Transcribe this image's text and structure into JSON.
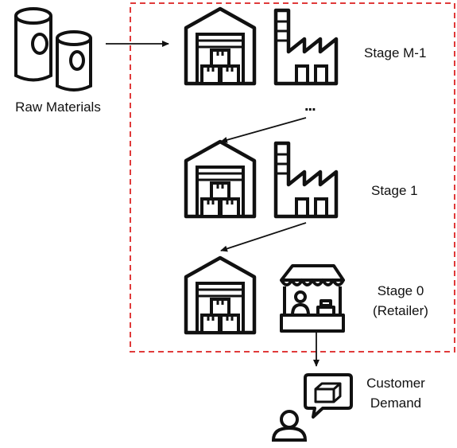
{
  "raw_materials": {
    "label": "Raw Materials"
  },
  "stages": [
    {
      "label": "Stage M-1"
    },
    {
      "label": "Stage 1"
    },
    {
      "label": "Stage 0",
      "sublabel": "(Retailer)"
    }
  ],
  "ellipsis": "...",
  "customer": {
    "line1": "Customer",
    "line2": "Demand"
  },
  "colors": {
    "stroke": "#111111",
    "boundary": "#e03a3a",
    "background": "#ffffff"
  },
  "icons": [
    "barrels-icon",
    "warehouse-icon",
    "factory-icon",
    "market-stall-icon",
    "person-icon",
    "speech-bubble-icon",
    "box-icon"
  ]
}
